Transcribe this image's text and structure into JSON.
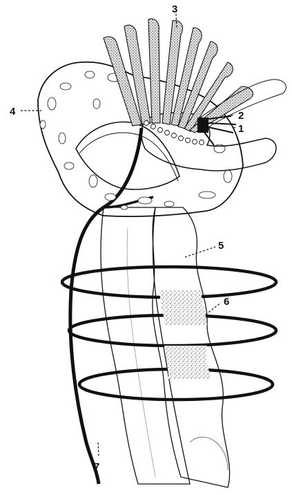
{
  "figure": {
    "labels": [
      {
        "id": "1",
        "text": "1"
      },
      {
        "id": "2",
        "text": "2"
      },
      {
        "id": "3",
        "text": "3"
      },
      {
        "id": "4",
        "text": "4"
      },
      {
        "id": "5",
        "text": "5"
      },
      {
        "id": "6",
        "text": "6"
      },
      {
        "id": "7",
        "text": "7"
      }
    ]
  },
  "colors": {
    "ink": "#111111",
    "stipple": "#c9c9c9",
    "paper": "#ffffff"
  }
}
